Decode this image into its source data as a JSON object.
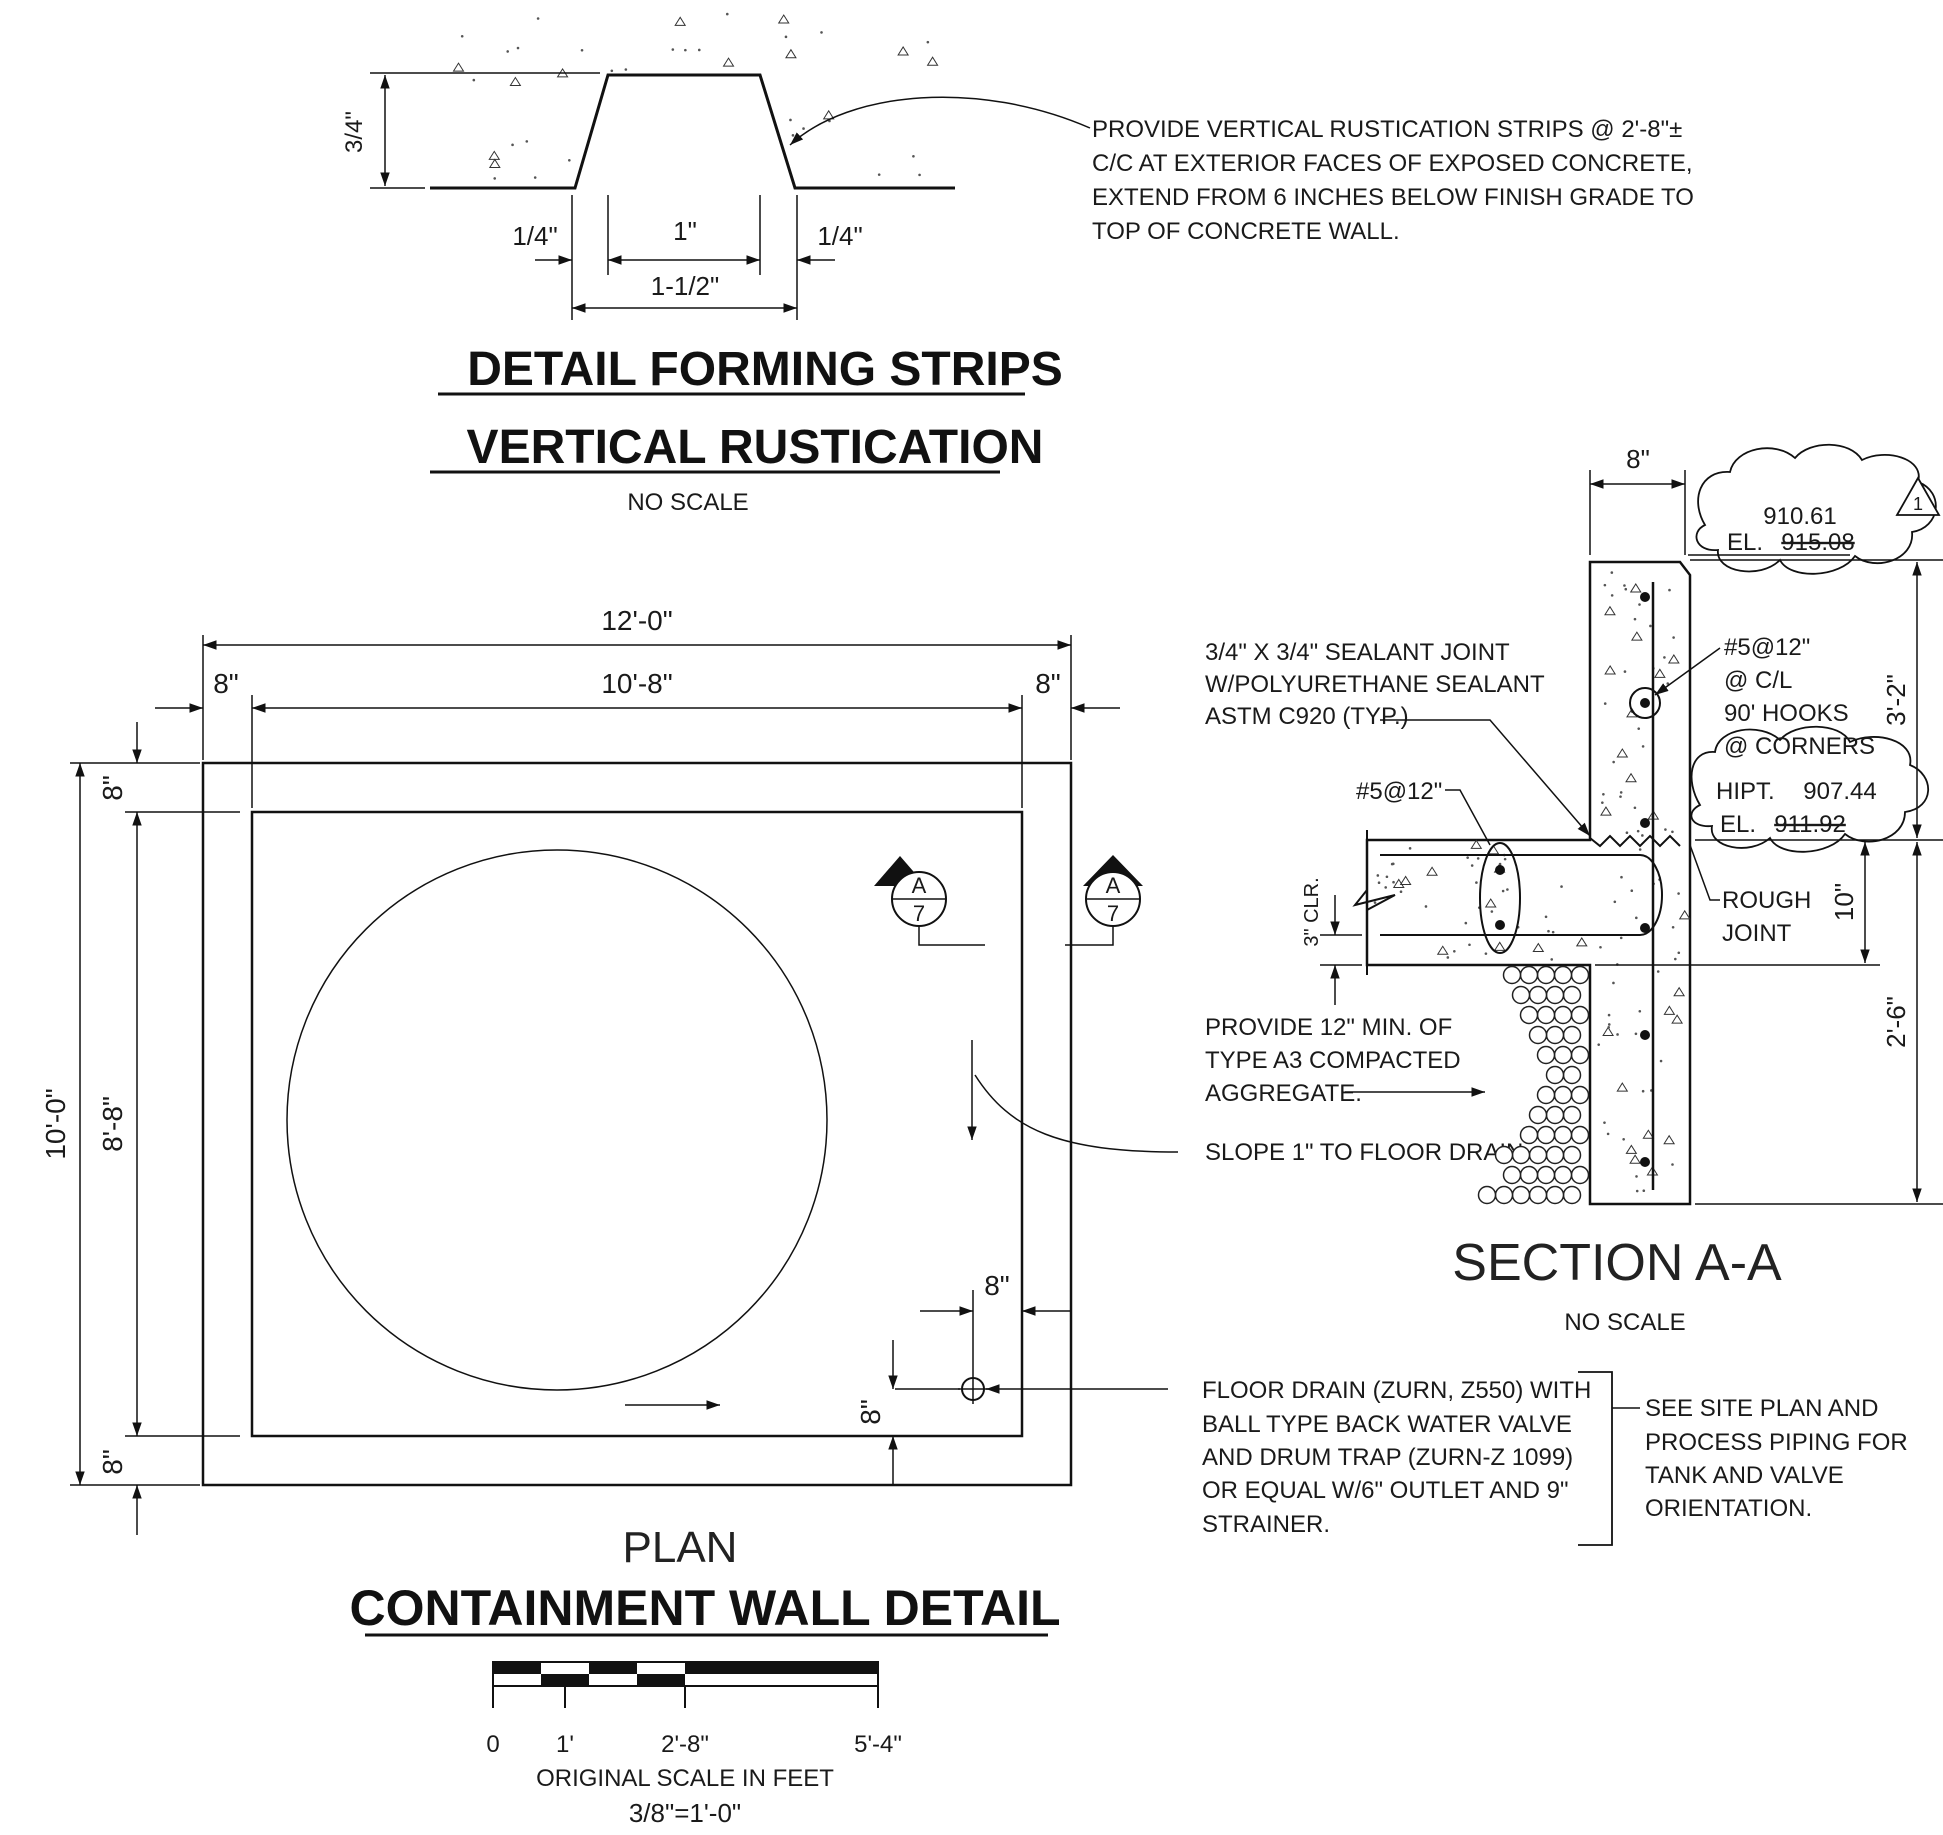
{
  "rustication_detail": {
    "title_line1": "DETAIL FORMING STRIPS",
    "title_line2": "VERTICAL RUSTICATION",
    "scale": "NO SCALE",
    "dim_height": "3/4\"",
    "dim_left": "1/4\"",
    "dim_center": "1\"",
    "dim_right": "1/4\"",
    "dim_total": "1-1/2\"",
    "note_lines": [
      "PROVIDE VERTICAL RUSTICATION STRIPS @ 2'-8\"±",
      "C/C AT EXTERIOR FACES OF EXPOSED CONCRETE,",
      "EXTEND FROM 6 INCHES BELOW FINISH GRADE TO",
      "TOP OF CONCRETE WALL."
    ]
  },
  "plan": {
    "label": "PLAN",
    "title": "CONTAINMENT WALL DETAIL",
    "dim_overall_width": "12'-0\"",
    "dim_inner_width": "10'-8\"",
    "dim_wall_left": "8\"",
    "dim_wall_right": "8\"",
    "dim_overall_height": "10'-0\"",
    "dim_inner_height": "8'-8\"",
    "dim_wall_top": "8\"",
    "dim_wall_bottom": "8\"",
    "dim_drain_x": "8\"",
    "dim_drain_y": "8\"",
    "section_mark_letter": "A",
    "section_mark_sheet": "7",
    "slope_note": "SLOPE 1\" TO FLOOR DRAIN",
    "drain_note_lines": [
      "FLOOR DRAIN (ZURN, Z550) WITH",
      "BALL TYPE BACK WATER VALVE",
      "AND DRUM TRAP (ZURN-Z 1099)",
      "OR EQUAL W/6\" OUTLET AND 9\"",
      "STRAINER."
    ],
    "site_note_lines": [
      "SEE SITE PLAN AND",
      "PROCESS PIPING FOR",
      "TANK AND VALVE",
      "ORIENTATION."
    ]
  },
  "scale_bar": {
    "labels": [
      "0",
      "1'",
      "2'-8\"",
      "5'-4\""
    ],
    "caption": "ORIGINAL SCALE IN FEET",
    "ratio": "3/8\"=1'-0\""
  },
  "section": {
    "label": "SECTION A-A",
    "scale": "NO SCALE",
    "dim_wall_thickness": "8\"",
    "dim_upper": "3'-2\"",
    "dim_lower": "2'-6\"",
    "dim_slab": "10\"",
    "dim_clear": "3\" CLR.",
    "el_top_new": "910.61",
    "el_top_old_prefix": "EL.",
    "el_top_old": "915.08",
    "hipt_label": "HIPT.",
    "hipt_value": "907.44",
    "el_hipt_prefix": "EL.",
    "el_hipt_old": "911.92",
    "revision_tag": "1",
    "sealant_note_lines": [
      "3/4\" X 3/4\" SEALANT JOINT",
      "W/POLYURETHANE SEALANT",
      "ASTM C920 (TYP.)"
    ],
    "wall_rebar_lines": [
      "#5@12\"",
      "@ C/L",
      "90' HOOKS",
      "@ CORNERS"
    ],
    "slab_rebar": "#5@12\"",
    "rough_joint_lines": [
      "ROUGH",
      "JOINT"
    ],
    "aggregate_note_lines": [
      "PROVIDE 12\" MIN. OF",
      "TYPE A3 COMPACTED",
      "AGGREGATE."
    ]
  }
}
